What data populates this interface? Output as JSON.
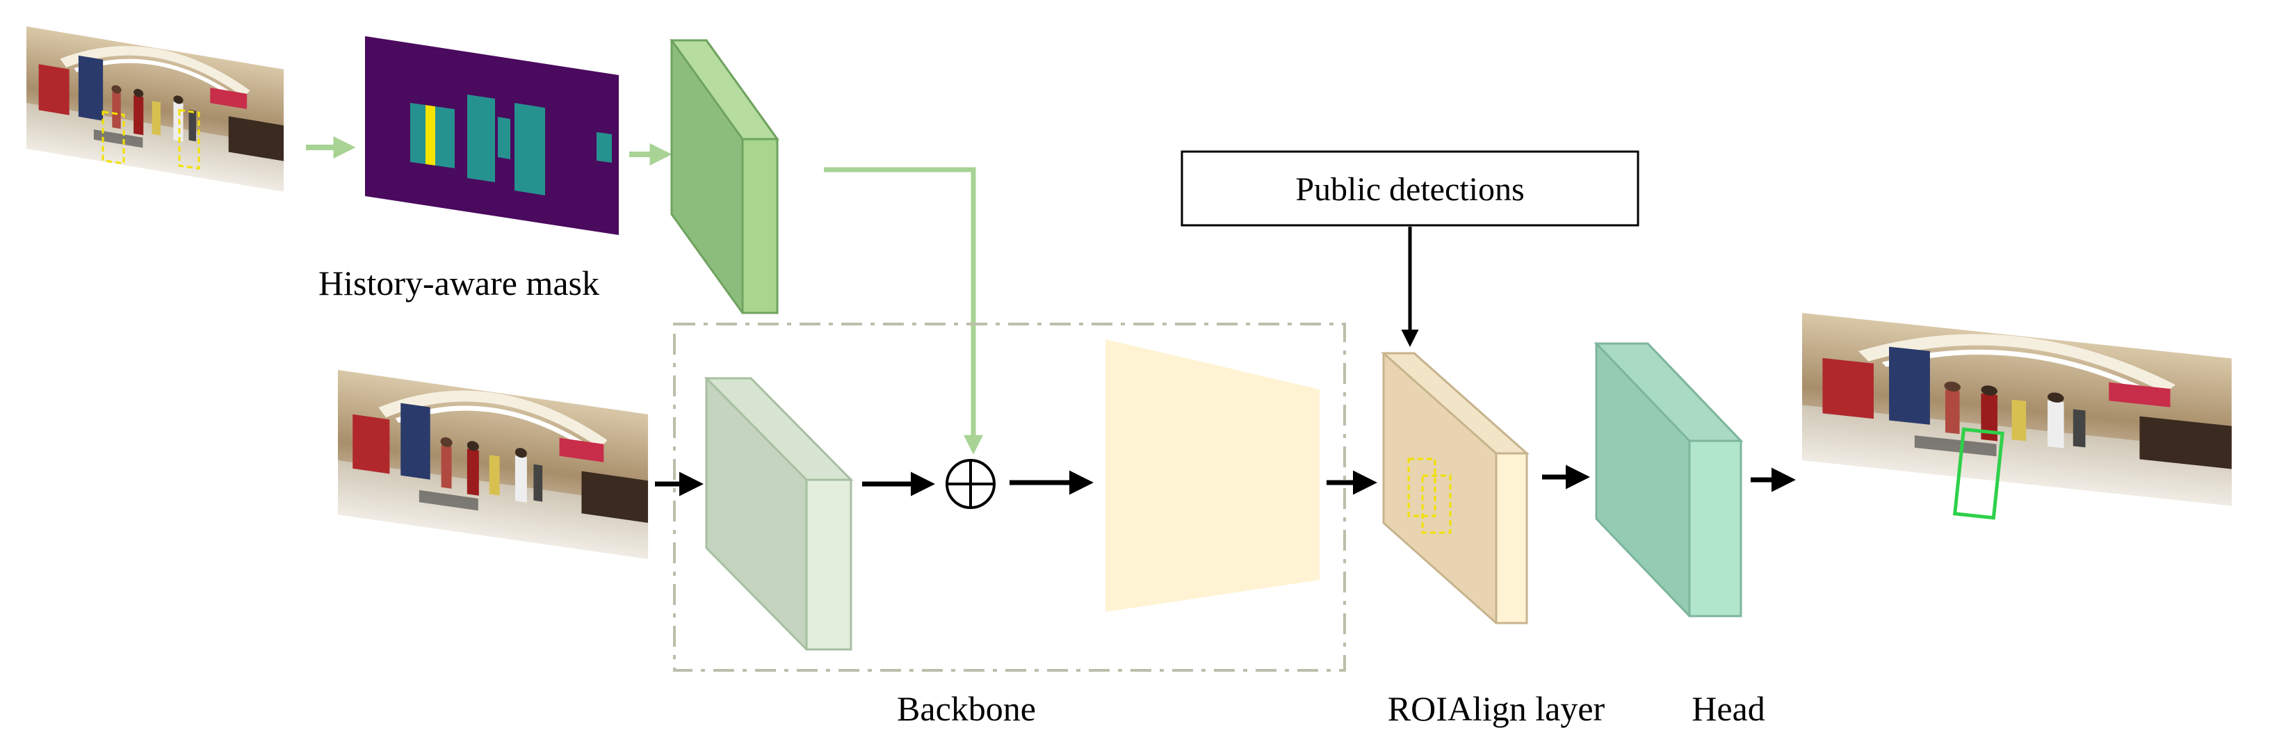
{
  "labels": {
    "history_mask": "History-aware mask",
    "public_detections": "Public detections",
    "backbone": "Backbone",
    "roialign": "ROIAlign layer",
    "head": "Head"
  },
  "colors": {
    "mask_bg": "#4a0a5e",
    "mask_bar": "#26928f",
    "mask_highlight": "#f4e400",
    "green_block": "#8dbd7c",
    "green_arrow": "#a8d394",
    "backbone_block": "#c4d4bf",
    "trapezoid": "#fff3d4",
    "roi_block": "#e8d4b0",
    "roi_box": "#f2e100",
    "head_block": "#93ccb3",
    "track_box": "#2fd04a",
    "dashed_frame": "#bdbdaa",
    "arrow": "#000000"
  },
  "icons": {
    "sum": "circled-plus-icon"
  }
}
